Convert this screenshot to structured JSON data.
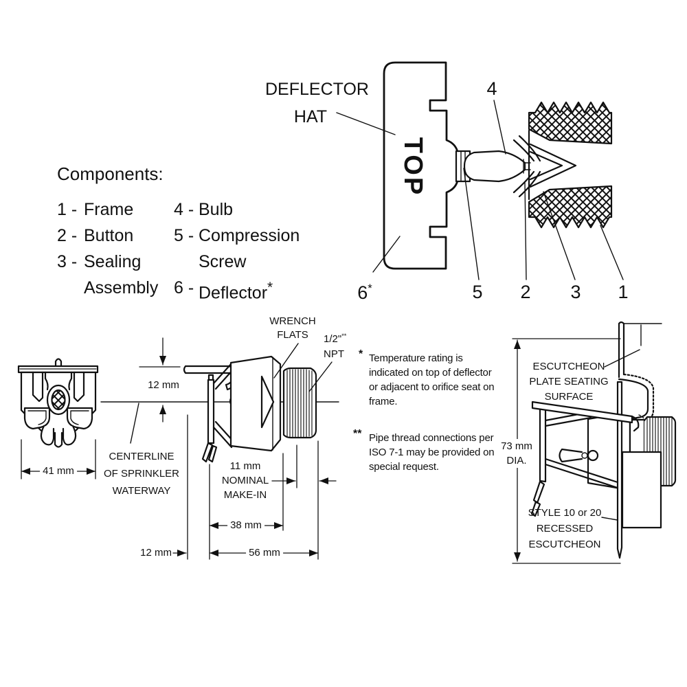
{
  "components": {
    "heading": "Components:",
    "rows": [
      {
        "num1": "1 -",
        "label1": "Frame",
        "num2": "4 -",
        "label2": "Bulb",
        "sup2": ""
      },
      {
        "num1": "2 -",
        "label1": "Button",
        "num2": "5 -",
        "label2": "Compression",
        "sup2": ""
      },
      {
        "num1": "3 -",
        "label1": "Sealing",
        "num2": "",
        "label2": "Screw",
        "sup2": ""
      },
      {
        "num1": "",
        "label1": "Assembly",
        "num2": "6 -",
        "label2": "Deflector",
        "sup2": "*"
      }
    ]
  },
  "top_view": {
    "deflector_hat_label": {
      "line1": "DEFLECTOR",
      "line2": "HAT"
    },
    "top_marking": "TOP",
    "callouts": {
      "c4": "4",
      "c6": "6",
      "c6_sup": "*",
      "c5": "5",
      "c2": "2",
      "c3": "3",
      "c1": "1"
    }
  },
  "front_view": {
    "width_dim": "41 mm",
    "centerline_label": {
      "line1": "CENTERLINE",
      "line2": "OF SPRINKLER",
      "line3": "WATERWAY"
    }
  },
  "side_view": {
    "deflector_offset_dim": "12 mm",
    "wrench_flats_label": {
      "line1": "WRENCH",
      "line2": "FLATS"
    },
    "thread_label": {
      "size": "1/2\"",
      "sup": "**",
      "type": "NPT"
    },
    "make_in_dim": {
      "line1": "11 mm",
      "line2": "NOMINAL",
      "line3": "MAKE-IN"
    },
    "body_dim": "38 mm",
    "overall_dim": "56 mm",
    "bottom_offset_dim": "12 mm"
  },
  "notes": {
    "note1": {
      "marker": "*",
      "lines": [
        "Temperature rating is",
        "indicated on top of deflector",
        "or adjacent to orifice seat on",
        "frame."
      ]
    },
    "note2": {
      "marker": "**",
      "lines": [
        "Pipe thread connections per",
        "ISO 7-1 may be provided on",
        "special request."
      ]
    }
  },
  "escutcheon_view": {
    "seating_label": {
      "line1": "ESCUTCHEON",
      "line2": "PLATE SEATING",
      "line3": "SURFACE"
    },
    "dia_dim": {
      "line1": "73 mm",
      "line2": "DIA."
    },
    "style_label": {
      "line1": "STYLE 10 or 20",
      "line2": "RECESSED",
      "line3": "ESCUTCHEON"
    }
  },
  "colors": {
    "ink": "#111111",
    "background": "#ffffff"
  }
}
